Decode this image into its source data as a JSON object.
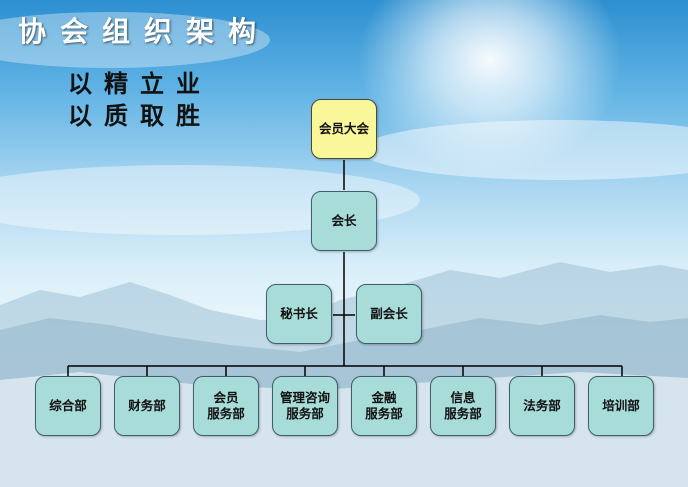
{
  "title": "协会组织架构",
  "slogan": {
    "line1": "以精立业",
    "line2": "以质取胜"
  },
  "org": {
    "assembly": "会员大会",
    "president": "会长",
    "secretary_general": "秘书长",
    "vice_president": "副会长",
    "departments": [
      {
        "label": "综合部"
      },
      {
        "label": "财务部"
      },
      {
        "label": "会员\n服务部"
      },
      {
        "label": "管理咨询\n服务部"
      },
      {
        "label": "金融\n服务部"
      },
      {
        "label": "信息\n服务部"
      },
      {
        "label": "法务部"
      },
      {
        "label": "培训部"
      }
    ]
  },
  "colors": {
    "assembly_fill": "#faf79a",
    "box_fill": "#a8dcd8",
    "line": "#000000"
  }
}
